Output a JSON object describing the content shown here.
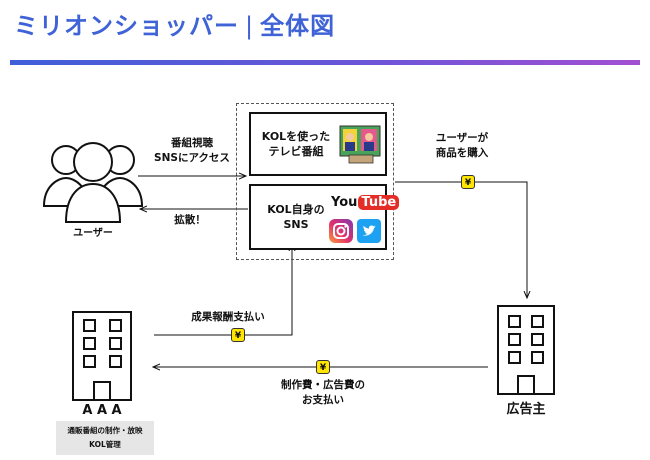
{
  "header": {
    "title": "ミリオンショッパー",
    "separator": "|",
    "subtitle": "全体図"
  },
  "nodes": {
    "user_label": "ユーザー",
    "kol_tv": [
      "KOLを使った",
      "テレビ番組"
    ],
    "kol_sns": [
      "KOL自身の",
      "SNS"
    ],
    "advertiser": "広告主",
    "aaa": "A A A",
    "aaa_caption": [
      "通販番組の制作・放映",
      "KOL管理"
    ]
  },
  "edges": {
    "to_kol": [
      "番組視聴",
      "SNSにアクセス"
    ],
    "spread": "拡散！",
    "purchase": [
      "ユーザーが",
      "商品を購入"
    ],
    "commission": "成果報酬支払い",
    "fees": [
      "制作費・広告費の",
      "お支払い"
    ]
  },
  "yen_symbol": "¥",
  "logos": {
    "youtube_you": "You",
    "youtube_tube": "Tube"
  },
  "colors": {
    "title": "#3f63d6",
    "yen_badge": "#ffe500",
    "youtube_red": "#e52d27",
    "twitter_blue": "#1da1f2"
  }
}
